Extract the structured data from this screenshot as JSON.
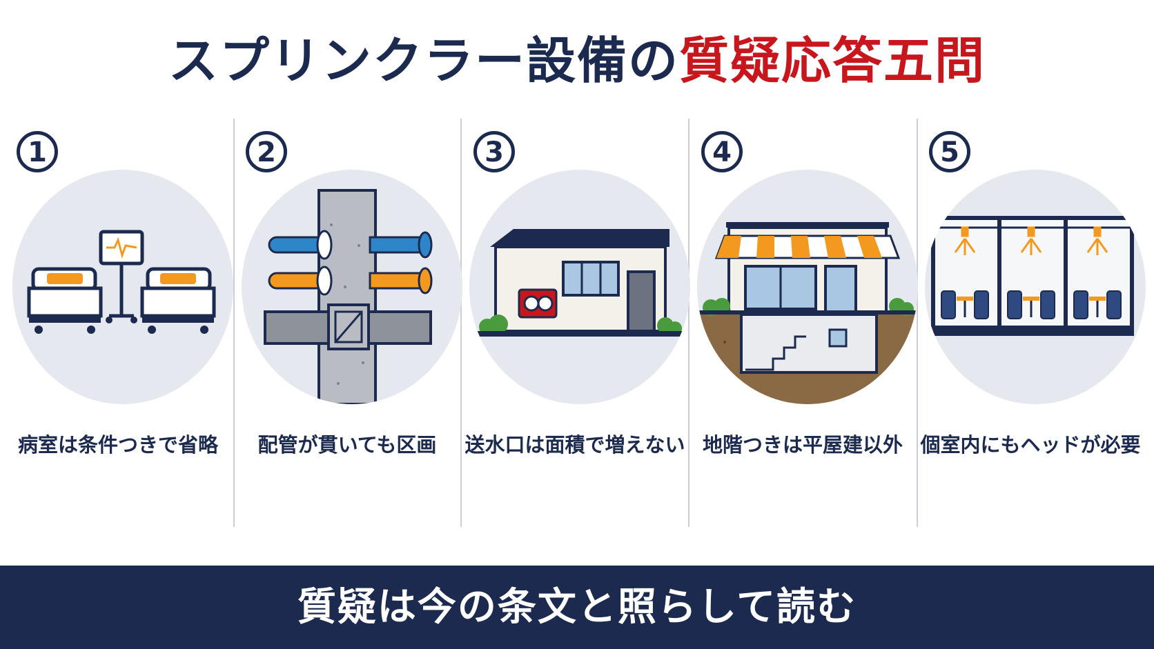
{
  "title": {
    "part1": "スプリンクラー設備の",
    "part2": "質疑応答五問"
  },
  "colors": {
    "navy": "#1b2a4e",
    "red": "#c8161d",
    "orange": "#f39a1e",
    "blue": "#2e86c8",
    "disc": "#e5e8ee"
  },
  "panels": [
    {
      "number": "1",
      "caption": "病室は条件つきで省略",
      "icon": "hospital-beds-monitor-icon"
    },
    {
      "number": "2",
      "caption": "配管が貫いても区画",
      "icon": "pipes-through-wall-icon"
    },
    {
      "number": "3",
      "caption": "送水口は面積で増えない",
      "icon": "building-fire-connection-icon"
    },
    {
      "number": "4",
      "caption": "地階つきは平屋建以外",
      "icon": "store-with-basement-icon"
    },
    {
      "number": "5",
      "caption": "個室内にもヘッドが必要",
      "icon": "private-rooms-sprinkler-heads-icon"
    }
  ],
  "banner": {
    "text": "質疑は今の条文と照らして読む"
  }
}
